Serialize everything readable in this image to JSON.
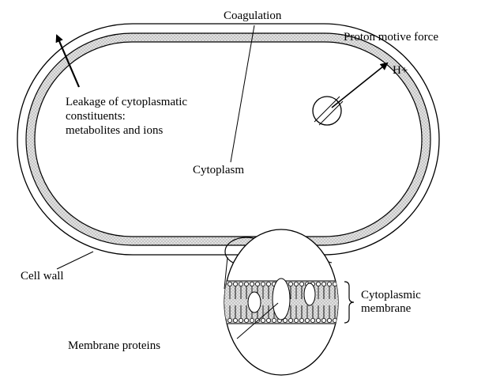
{
  "labels": {
    "coagulation": "Coagulation",
    "proton_motive_force": "Proton motive force",
    "h_plus": "H+",
    "leakage_line1": "Leakage of cytoplasmatic",
    "leakage_line2": "constituents:",
    "leakage_line3": "metabolites and ions",
    "cytoplasm": "Cytoplasm",
    "cell_wall": "Cell wall",
    "cytoplasmic_line1": "Cytoplasmic",
    "cytoplasmic_line2": "membrane",
    "membrane_proteins": "Membrane proteins"
  },
  "colors": {
    "outline": "#000000",
    "membrane_band": "#cfcfcf",
    "background": "#ffffff"
  },
  "icons": {
    "leakage_arrow": "arrow-up-left-icon",
    "proton_arrow": "arrow-up-right-icon",
    "brace": "curly-brace-icon"
  }
}
